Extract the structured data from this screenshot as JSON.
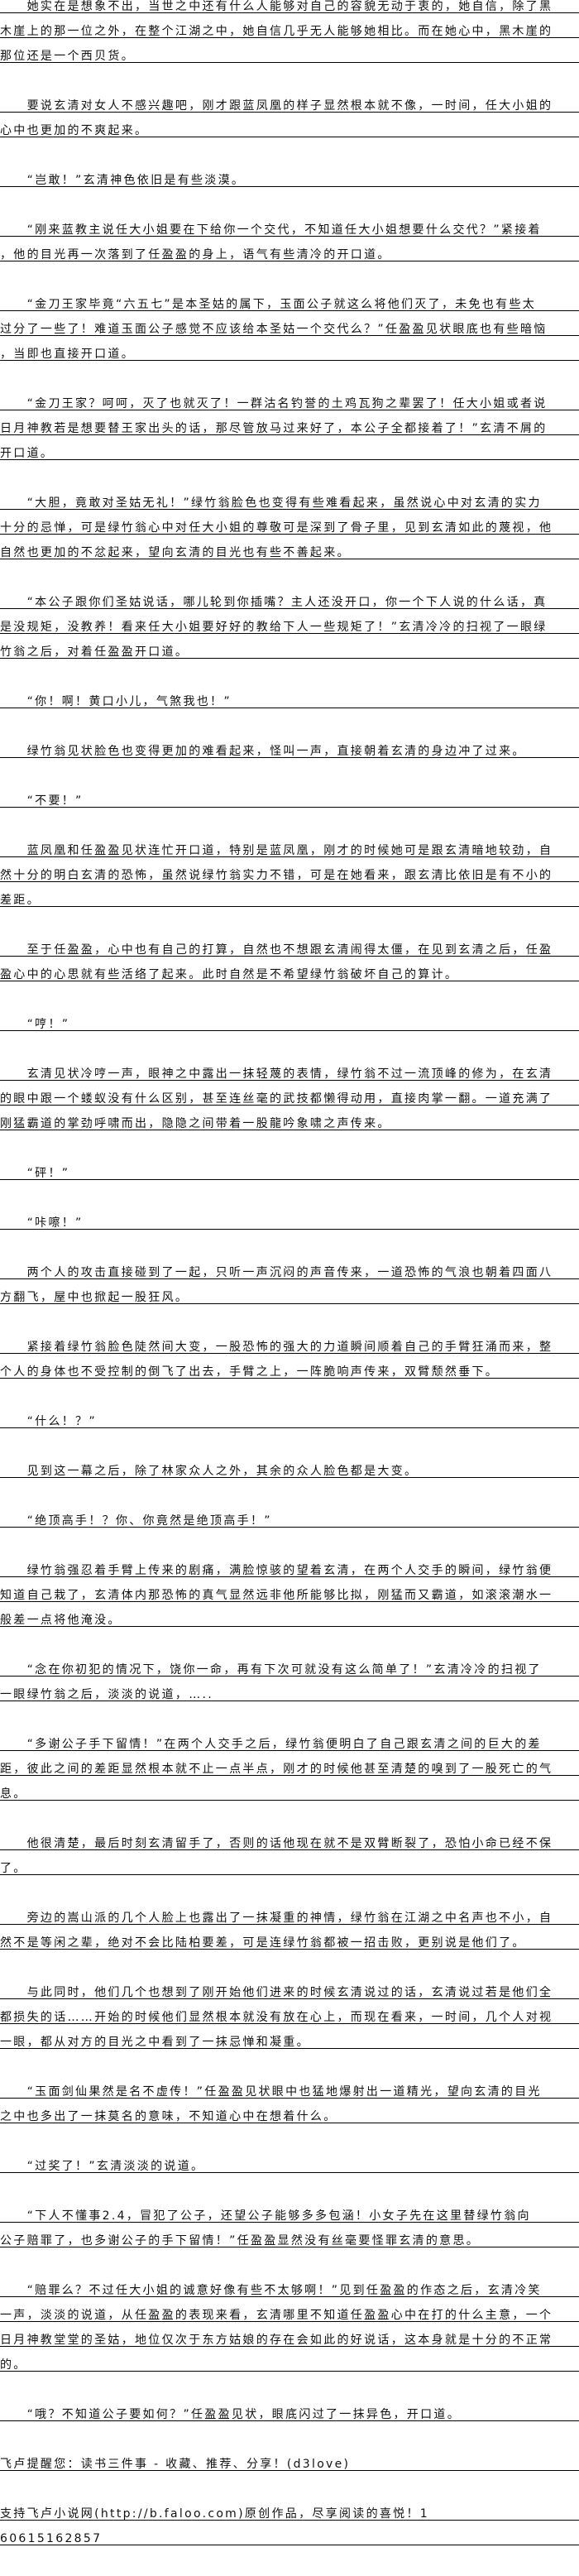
{
  "paragraphs": [
    {
      "lines": [
        "　　她实在是想象不出，当世之中还有什么人能够对自己的容貌无动于衷的，她自信，除了黑",
        "木崖上的那一位之外，在整个江湖之中，她自信几乎无人能够她相比。而在她心中，黑木崖的",
        "那位还是一个西贝货。"
      ]
    },
    {
      "lines": [
        "　　要说玄清对女人不感兴趣吧，刚才跟蓝凤凰的样子显然根本就不像，一时间，任大小姐的",
        "心中也更加的不爽起来。"
      ]
    },
    {
      "lines": [
        "　　“岂敢！”玄清神色依旧是有些淡漠。"
      ]
    },
    {
      "lines": [
        "　　“刚来蓝教主说任大小姐要在下给你一个交代，不知道任大小姐想要什么交代？”紧接着",
        "，他的目光再一次落到了任盈盈的身上，语气有些清冷的开口道。"
      ]
    },
    {
      "lines": [
        "　　“金刀王家毕竟“六五七”是本圣姑的属下，玉面公子就这么将他们灭了，未免也有些太",
        "过分了一些了！难道玉面公子感觉不应该给本圣姑一个交代么？”任盈盈见状眼底也有些暗恼",
        "，当即也直接开口道。"
      ]
    },
    {
      "lines": [
        "　　“金刀王家？呵呵，灭了也就灭了！一群沽名钓誉的土鸡瓦狗之辈罢了！任大小姐或者说",
        "日月神教若是想要替王家出头的话，那尽管放马过来好了，本公子全都接着了！”玄清不屑的",
        "开口道。"
      ]
    },
    {
      "lines": [
        "　　“大胆，竟敢对圣姑无礼！”绿竹翁脸色也变得有些难看起来，虽然说心中对玄清的实力",
        "十分的忌惮，可是绿竹翁心中对任大小姐的尊敬可是深到了骨子里，见到玄清如此的蔑视，他",
        "自然也更加的不忿起来，望向玄清的目光也有些不善起来。"
      ]
    },
    {
      "lines": [
        "　　“本公子跟你们圣姑说话，哪儿轮到你插嘴？主人还没开口，你一个下人说的什么话，真",
        "是没规矩，没教养！看来任大小姐要好好的教给下人一些规矩了！”玄清冷冷的扫视了一眼绿",
        "竹翁之后，对着任盈盈开口道。"
      ]
    },
    {
      "lines": [
        "　　“你！啊！黄口小儿，气煞我也！”"
      ]
    },
    {
      "lines": [
        "　　绿竹翁见状脸色也变得更加的难看起来，怪叫一声，直接朝着玄清的身边冲了过来。"
      ]
    },
    {
      "lines": [
        "　　“不要！”"
      ]
    },
    {
      "lines": [
        "　　蓝凤凰和任盈盈见状连忙开口道，特别是蓝凤凰，刚才的时候她可是跟玄清暗地较劲，自",
        "然十分的明白玄清的恐怖，虽然说绿竹翁实力不错，可是在她看来，跟玄清比依旧是有不小的",
        "差距。"
      ]
    },
    {
      "lines": [
        "　　至于任盈盈，心中也有自己的打算，自然也不想跟玄清闹得太僵，在见到玄清之后，任盈",
        "盈心中的心思就有些活络了起来。此时自然是不希望绿竹翁破坏自己的算计。"
      ]
    },
    {
      "lines": [
        "　　“哼！”"
      ]
    },
    {
      "lines": [
        "　　玄清见状冷哼一声，眼神之中露出一抹轻蔑的表情，绿竹翁不过一流顶峰的修为，在玄清",
        "的眼中跟一个蝼蚁没有什么区别，甚至连丝毫的武技都懒得动用，直接肉掌一翻。一道充满了",
        "刚猛霸道的掌劲呼啸而出，隐隐之间带着一股龍吟象啸之声传来。"
      ]
    },
    {
      "lines": [
        "　　“砰！”"
      ]
    },
    {
      "lines": [
        "　　“咔嚓！”"
      ]
    },
    {
      "lines": [
        "　　两个人的攻击直接碰到了一起，只听一声沉闷的声音传来，一道恐怖的气浪也朝着四面八",
        "方翻飞，屋中也掀起一股狂风。"
      ]
    },
    {
      "lines": [
        "　　紧接着绿竹翁脸色陡然间大变，一股恐怖的强大的力道瞬间顺着自己的手臂狂涌而来，整",
        "个人的身体也不受控制的倒飞了出去，手臂之上，一阵脆响声传来，双臂颓然垂下。"
      ]
    },
    {
      "lines": [
        "　　“什么！？”"
      ]
    },
    {
      "lines": [
        "　　见到这一幕之后，除了林家众人之外，其余的众人脸色都是大变。"
      ]
    },
    {
      "lines": [
        "　　“绝顶高手！？你、你竟然是绝顶高手！”"
      ]
    },
    {
      "lines": [
        "　　绿竹翁强忍着手臂上传来的剧痛，满脸惊骇的望着玄清，在两个人交手的瞬间，绿竹翁便",
        "知道自己栽了，玄清体内那恐怖的真气显然远非他所能够比拟，刚猛而又霸道，如滚滚潮水一",
        "般差一点将他淹没。"
      ]
    },
    {
      "lines": [
        "　　“念在你初犯的情况下，饶你一命，再有下次可就没有这么简单了！”玄清冷冷的扫视了",
        "一眼绿竹翁之后，淡淡的说道，….."
      ]
    },
    {
      "lines": [
        "　　“多谢公子手下留情！”在两个人交手之后，绿竹翁便明白了自己跟玄清之间的巨大的差",
        "距，彼此之间的差距显然根本就不止一点半点，刚才的时候他甚至清楚的嗅到了一股死亡的气",
        "息。"
      ]
    },
    {
      "lines": [
        "　　他很清楚，最后时刻玄清留手了，否则的话他现在就不是双臂断裂了，恐怕小命已经不保",
        "了。"
      ]
    },
    {
      "lines": [
        "　　旁边的嵩山派的几个人脸上也露出了一抹凝重的神情，绿竹翁在江湖之中名声也不小，自",
        "然不是等闲之辈，绝对不会比陆柏要差，可是连绿竹翁都被一招击败，更别说是他们了。"
      ]
    },
    {
      "lines": [
        "　　与此同时，他们几个也想到了刚开始他们进来的时候玄清说过的话，玄清说过若是他们全",
        "都损失的话……开始的时候他们显然根本就没有放在心上，而现在看来，一时间，几个人对视",
        "一眼，都从对方的目光之中看到了一抹忌惮和凝重。"
      ]
    },
    {
      "lines": [
        "　　“玉面剑仙果然是名不虚传！”任盈盈见状眼中也猛地爆射出一道精光，望向玄清的目光",
        "之中也多出了一抹莫名的意味，不知道心中在想着什么。"
      ]
    },
    {
      "lines": [
        "　　“过奖了！”玄清淡淡的说道。"
      ]
    },
    {
      "lines": [
        "　　“下人不懂事2.4，冒犯了公子，还望公子能够多多包涵！小女子先在这里替绿竹翁向",
        "公子赔罪了，也多谢公子的手下留情！”任盈盈显然没有丝毫要怪罪玄清的意思。"
      ]
    },
    {
      "lines": [
        "　　“赔罪么？不过任大小姐的诚意好像有些不太够啊！”见到任盈盈的作态之后，玄清冷笑",
        "一声，淡淡的说道，从任盈盈的表现来看，玄清哪里不知道任盈盈心中在打的什么主意，一个",
        "日月神教堂堂的圣姑，地位仅次于东方姑娘的存在会如此的好说话，这本身就是十分的不正常",
        "的。"
      ]
    },
    {
      "lines": [
        "　　“哦？不知道公子要如何？”任盈盈见状，眼底闪过了一抹异色，开口道。"
      ]
    }
  ],
  "footer": [
    {
      "lines": [
        "飞卢提醒您：读书三件事 - 收藏、推荐、分享！(d3love)"
      ]
    },
    {
      "lines": [
        "支持飞卢小说网(http://b.faloo.com)原创作品，尽享阅读的喜悦！1",
        "60615162857"
      ]
    }
  ]
}
